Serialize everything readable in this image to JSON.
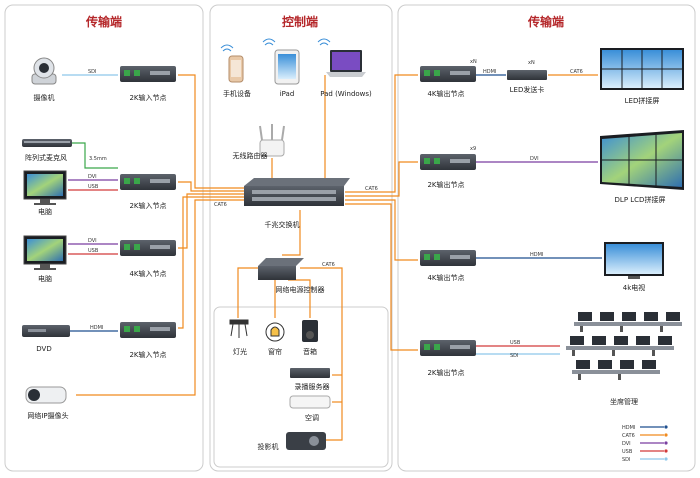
{
  "sections": {
    "left": "传输端",
    "center": "控制端",
    "right": "传输端"
  },
  "nodes": {
    "camera": "摄像机",
    "in1": "2K输入节点",
    "mic": "阵列式麦克风",
    "pc1": "电脑",
    "in2": "2K输入节点",
    "pc2": "电脑",
    "in3": "4K输入节点",
    "dvd": "DVD",
    "in4": "2K输入节点",
    "ipcam": "网络IP摄像头",
    "phone": "手机设备",
    "ipad": "iPad",
    "laptop": "Pad (Windows)",
    "router": "无线路由器",
    "switch": "千兆交换机",
    "power": "网络电源控制器",
    "light": "灯光",
    "curtain": "窗帘",
    "speaker": "音箱",
    "recorder": "录播服务器",
    "ac": "空调",
    "projector": "投影机",
    "out1": "4K输出节点",
    "ledcard": "LED发送卡",
    "ledwall": "LED拼接屏",
    "out2": "2K输出节点",
    "dlpwall": "DLP LCD拼接屏",
    "out3": "4K输出节点",
    "tv": "4k电视",
    "out4": "2K输出节点",
    "seats": "坐席管理"
  },
  "wires": {
    "sdi": "SDI",
    "mm": "3.5mm",
    "dvi": "DVI",
    "usb": "USB",
    "hdmi": "HDMI",
    "cat6": "CAT6",
    "xn1": "xN",
    "xn2": "xN",
    "x9": "x9"
  },
  "legend": [
    {
      "label": "HDMI",
      "color": "#1f4f8f"
    },
    {
      "label": "CAT6",
      "color": "#f08a1e"
    },
    {
      "label": "DVI",
      "color": "#7a3fa0"
    },
    {
      "label": "USB",
      "color": "#d23a3a"
    },
    {
      "label": "SDI",
      "color": "#8ec8ea"
    }
  ],
  "colors": {
    "hdmi": "#1f4f8f",
    "cat6": "#f08a1e",
    "dvi": "#7a3fa0",
    "usb": "#d23a3a",
    "sdi": "#8ec8ea",
    "audio": "#3aa64a",
    "title": "#b5282b"
  }
}
